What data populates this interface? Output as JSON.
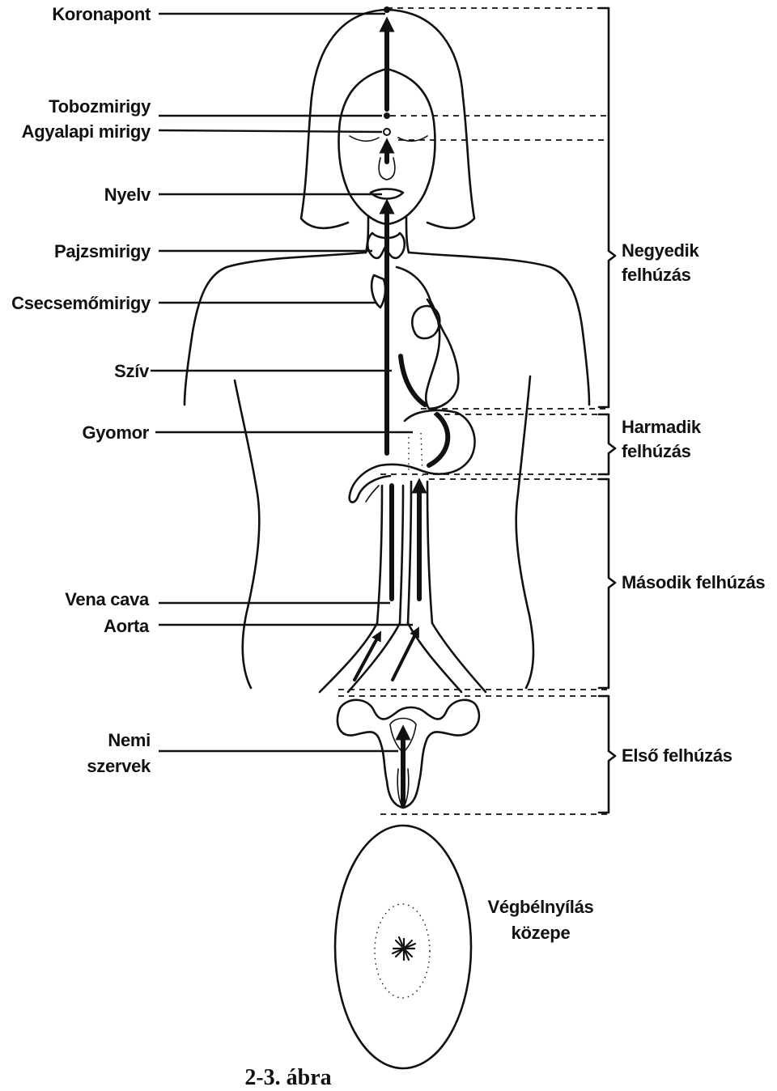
{
  "labels": {
    "koronapont": "Koronapont",
    "tobozmirigy": "Tobozmirigy",
    "agyalapi": "Agyalapi mirigy",
    "nyelv": "Nyelv",
    "pajzsmirigy": "Pajzsmirigy",
    "csecsemomirigy": "Csecsemőmirigy",
    "sziv": "Szív",
    "gyomor": "Gyomor",
    "vena_cava": "Vena cava",
    "aorta": "Aorta",
    "nemi_1": "Nemi",
    "nemi_2": "szervek"
  },
  "stages": {
    "fourth_1": "Negyedik",
    "fourth_2": "felhúzás",
    "third_1": "Harmadik",
    "third_2": "felhúzás",
    "second": "Második felhúzás",
    "first": "Első felhúzás"
  },
  "perineum": {
    "line1": "Végbélnyílás",
    "line2": "közepe"
  },
  "caption": "2-3. ábra"
}
